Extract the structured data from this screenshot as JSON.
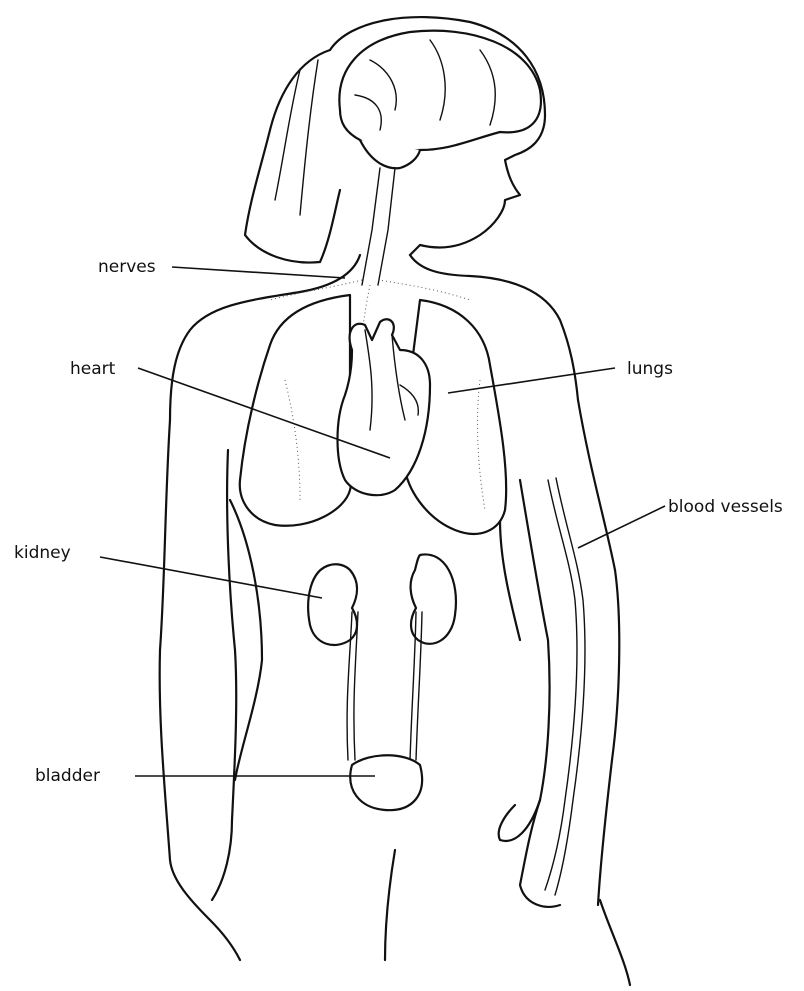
{
  "labels": {
    "nerves": "nerves",
    "heart": "heart",
    "lungs": "lungs",
    "blood_vessels": "blood vessels",
    "kidney": "kidney",
    "bladder": "bladder"
  }
}
